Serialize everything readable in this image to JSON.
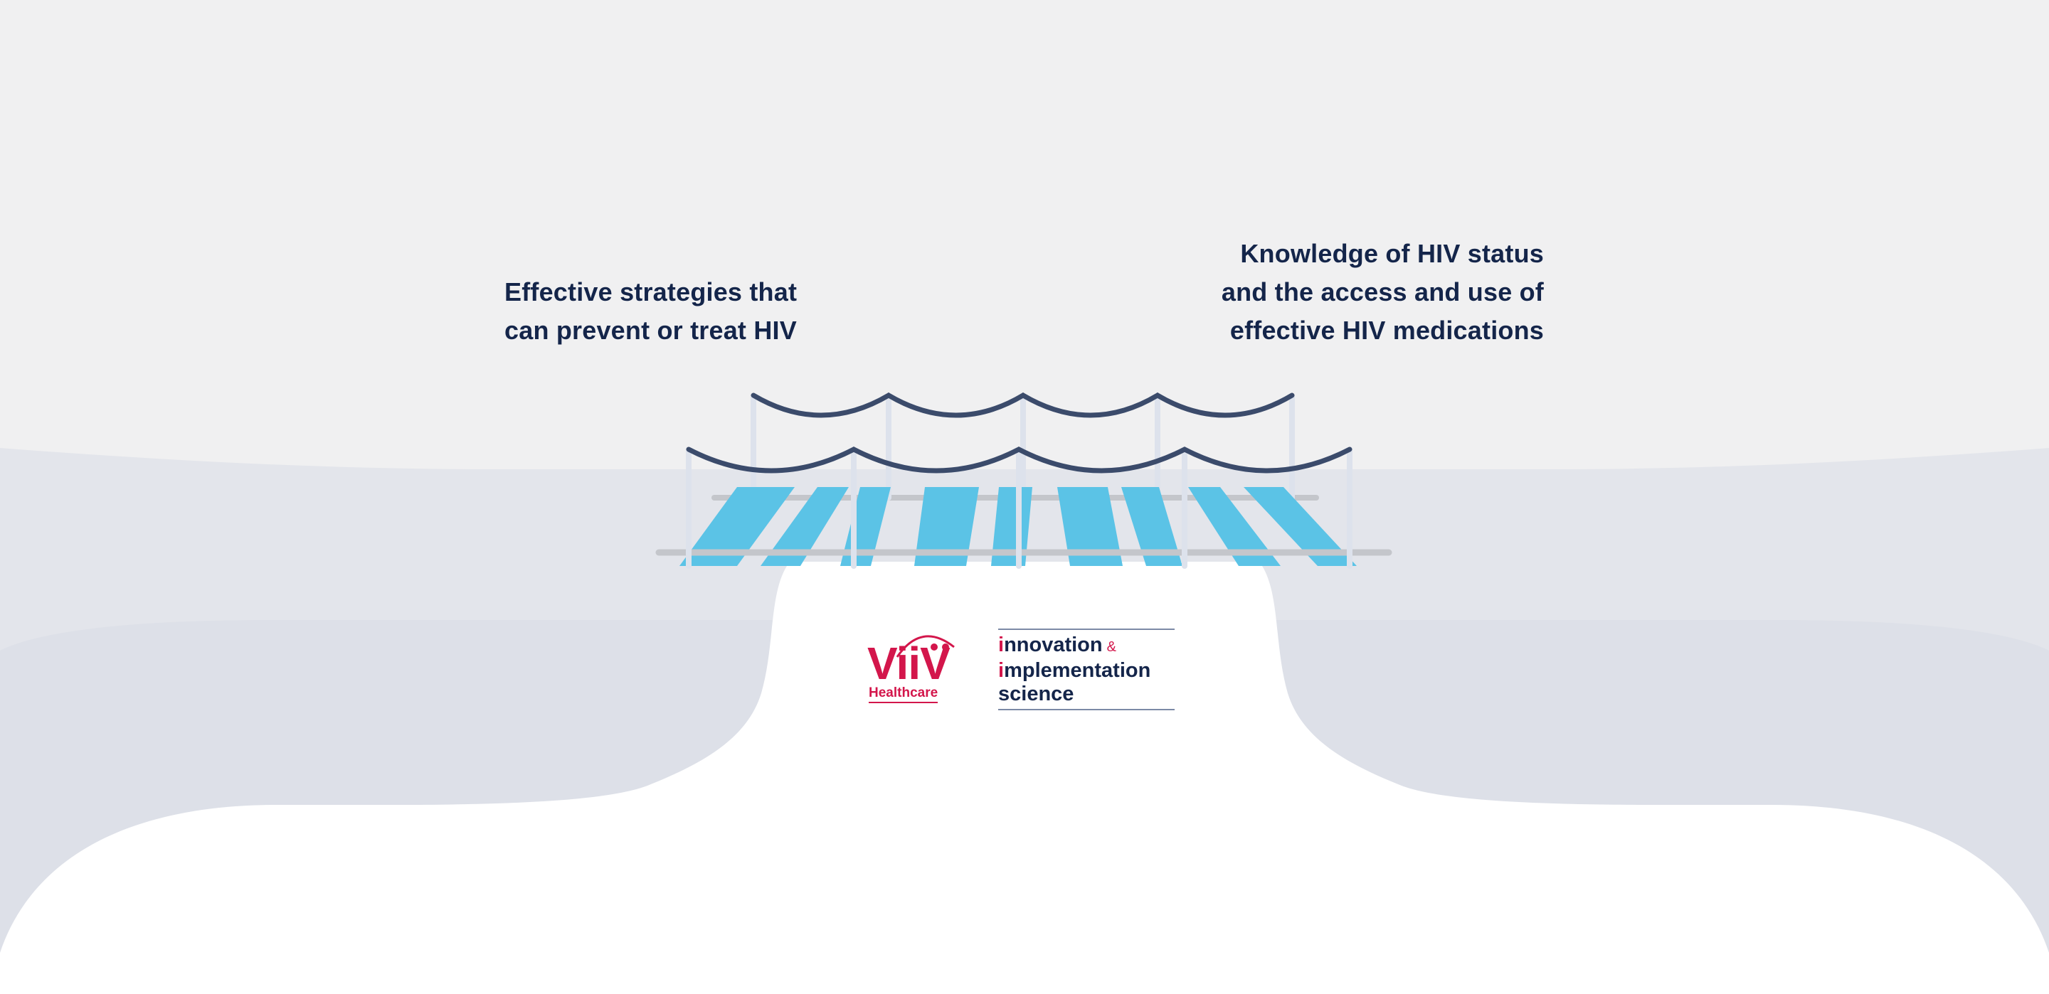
{
  "captions": {
    "left": [
      "Effective strategies that",
      "can prevent or treat HIV"
    ],
    "right": [
      "Knowledge of HIV status",
      "and the access and use of",
      "effective HIV medications"
    ]
  },
  "viiv_logo": {
    "wordmark": "ViiV",
    "subtitle": "Healthcare",
    "color": "#d3164b"
  },
  "iis_logo": {
    "line1_initial": "i",
    "line1_rest": "nnovation",
    "ampersand": "&",
    "line2_initial": "i",
    "line2_rest": "mplementation",
    "line3": "science"
  },
  "colors": {
    "background": "#f0f0f1",
    "terrain": "#dde0e8",
    "ground": "#ffffff",
    "text": "#14254a",
    "plank": "#5bc3e6",
    "rope": "#3b4b6b",
    "post": "#dde2ec",
    "rail": "#c4c6cb",
    "accent": "#d3164b"
  }
}
